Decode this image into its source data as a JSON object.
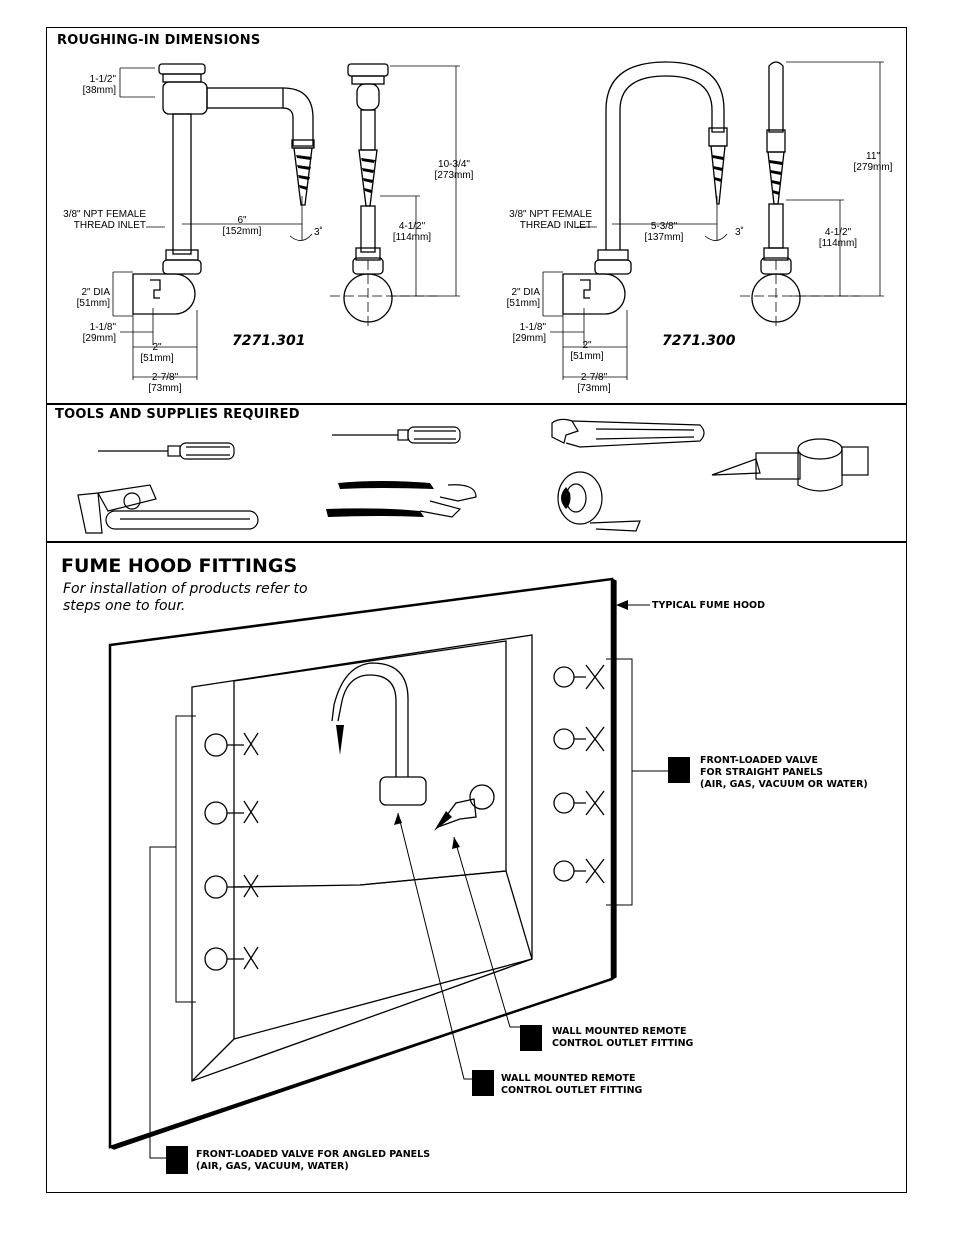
{
  "roughing": {
    "title": "ROUGHING-IN DIMENSIONS",
    "left": {
      "model": "7271.301",
      "top_height": "1-1/2\"",
      "top_height_mm": "[38mm]",
      "inlet_label": "3/8\" NPT FEMALE",
      "inlet_label2": "THREAD INLET",
      "reach": "6\"",
      "reach_mm": "[152mm]",
      "angle": "3˚",
      "dia": "2\" DIA",
      "dia_mm": "[51mm]",
      "offset": "1-1/8\"",
      "offset_mm": "[29mm]",
      "width": "2\"",
      "width_mm": "[51mm]",
      "depth": "2-7/8\"",
      "depth_mm": "[73mm]",
      "total_height": "10-3/4\"",
      "total_height_mm": "[273mm]",
      "outlet_height": "4-1/2\"",
      "outlet_height_mm": "[114mm]"
    },
    "right": {
      "model": "7271.300",
      "inlet_label": "3/8\" NPT FEMALE",
      "inlet_label2": "THREAD INLET",
      "reach": "5-3/8\"",
      "reach_mm": "[137mm]",
      "angle": "3˚",
      "dia": "2\" DIA",
      "dia_mm": "[51mm]",
      "offset": "1-1/8\"",
      "offset_mm": "[29mm]",
      "width": "2\"",
      "width_mm": "[51mm]",
      "depth": "2-7/8\"",
      "depth_mm": "[73mm]",
      "total_height": "11\"",
      "total_height_mm": "[279mm]",
      "outlet_height": "4-1/2\"",
      "outlet_height_mm": "[114mm]"
    }
  },
  "tools": {
    "title": "TOOLS AND SUPPLIES REQUIRED"
  },
  "fume": {
    "title": "FUME HOOD FITTINGS",
    "subtitle": "For installation of products refer to steps one to four.",
    "typical": "TYPICAL FUME HOOD",
    "straight_1": "FRONT-LOADED VALVE",
    "straight_2": "FOR STRAIGHT PANELS",
    "straight_3": "(AIR, GAS, VACUUM OR WATER)",
    "remote_a_1": "WALL MOUNTED REMOTE",
    "remote_a_2": "CONTROL OUTLET FITTING",
    "remote_b_1": "WALL MOUNTED REMOTE",
    "remote_b_2": "CONTROL OUTLET FITTING",
    "angled_1": "FRONT-LOADED VALVE FOR ANGLED PANELS",
    "angled_2": "(AIR, GAS, VACUUM, WATER)"
  }
}
